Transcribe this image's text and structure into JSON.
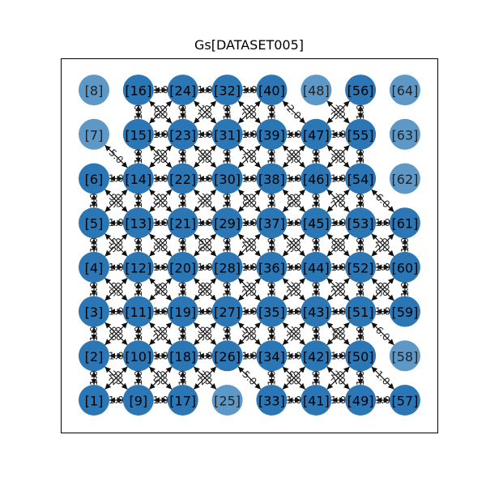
{
  "figure": {
    "title": "Gs[DATASET005]"
  },
  "colors": {
    "node_active": "#2b76b4",
    "node_inactive": "#5d98c7",
    "edge": "#111111",
    "frame": "#000000"
  },
  "grid": {
    "columns": 8,
    "rows": 8
  },
  "nodes": [
    {
      "id": 1,
      "label": "[1]",
      "active": true
    },
    {
      "id": 2,
      "label": "[2]",
      "active": true
    },
    {
      "id": 3,
      "label": "[3]",
      "active": true
    },
    {
      "id": 4,
      "label": "[4]",
      "active": true
    },
    {
      "id": 5,
      "label": "[5]",
      "active": true
    },
    {
      "id": 6,
      "label": "[6]",
      "active": true
    },
    {
      "id": 7,
      "label": "[7]",
      "active": false
    },
    {
      "id": 8,
      "label": "[8]",
      "active": false
    },
    {
      "id": 9,
      "label": "[9]",
      "active": true
    },
    {
      "id": 10,
      "label": "[10]",
      "active": true
    },
    {
      "id": 11,
      "label": "[11]",
      "active": true
    },
    {
      "id": 12,
      "label": "[12]",
      "active": true
    },
    {
      "id": 13,
      "label": "[13]",
      "active": true
    },
    {
      "id": 14,
      "label": "[14]",
      "active": true
    },
    {
      "id": 15,
      "label": "[15]",
      "active": true
    },
    {
      "id": 16,
      "label": "[16]",
      "active": true
    },
    {
      "id": 17,
      "label": "[17]",
      "active": true
    },
    {
      "id": 18,
      "label": "[18]",
      "active": true
    },
    {
      "id": 19,
      "label": "[19]",
      "active": true
    },
    {
      "id": 20,
      "label": "[20]",
      "active": true
    },
    {
      "id": 21,
      "label": "[21]",
      "active": true
    },
    {
      "id": 22,
      "label": "[22]",
      "active": true
    },
    {
      "id": 23,
      "label": "[23]",
      "active": true
    },
    {
      "id": 24,
      "label": "[24]",
      "active": true
    },
    {
      "id": 25,
      "label": "[25]",
      "active": false
    },
    {
      "id": 26,
      "label": "[26]",
      "active": true
    },
    {
      "id": 27,
      "label": "[27]",
      "active": true
    },
    {
      "id": 28,
      "label": "[28]",
      "active": true
    },
    {
      "id": 29,
      "label": "[29]",
      "active": true
    },
    {
      "id": 30,
      "label": "[30]",
      "active": true
    },
    {
      "id": 31,
      "label": "[31]",
      "active": true
    },
    {
      "id": 32,
      "label": "[32]",
      "active": true
    },
    {
      "id": 33,
      "label": "[33]",
      "active": true
    },
    {
      "id": 34,
      "label": "[34]",
      "active": true
    },
    {
      "id": 35,
      "label": "[35]",
      "active": true
    },
    {
      "id": 36,
      "label": "[36]",
      "active": true
    },
    {
      "id": 37,
      "label": "[37]",
      "active": true
    },
    {
      "id": 38,
      "label": "[38]",
      "active": true
    },
    {
      "id": 39,
      "label": "[39]",
      "active": true
    },
    {
      "id": 40,
      "label": "[40]",
      "active": true
    },
    {
      "id": 41,
      "label": "[41]",
      "active": true
    },
    {
      "id": 42,
      "label": "[42]",
      "active": true
    },
    {
      "id": 43,
      "label": "[43]",
      "active": true
    },
    {
      "id": 44,
      "label": "[44]",
      "active": true
    },
    {
      "id": 45,
      "label": "[45]",
      "active": true
    },
    {
      "id": 46,
      "label": "[46]",
      "active": true
    },
    {
      "id": 47,
      "label": "[47]",
      "active": true
    },
    {
      "id": 48,
      "label": "[48]",
      "active": false
    },
    {
      "id": 49,
      "label": "[49]",
      "active": true
    },
    {
      "id": 50,
      "label": "[50]",
      "active": true
    },
    {
      "id": 51,
      "label": "[51]",
      "active": true
    },
    {
      "id": 52,
      "label": "[52]",
      "active": true
    },
    {
      "id": 53,
      "label": "[53]",
      "active": true
    },
    {
      "id": 54,
      "label": "[54]",
      "active": true
    },
    {
      "id": 55,
      "label": "[55]",
      "active": true
    },
    {
      "id": 56,
      "label": "[56]",
      "active": true
    },
    {
      "id": 57,
      "label": "[57]",
      "active": true
    },
    {
      "id": 58,
      "label": "[58]",
      "active": false
    },
    {
      "id": 59,
      "label": "[59]",
      "active": true
    },
    {
      "id": 60,
      "label": "[60]",
      "active": true
    },
    {
      "id": 61,
      "label": "[61]",
      "active": true
    },
    {
      "id": 62,
      "label": "[62]",
      "active": false
    },
    {
      "id": 63,
      "label": "[63]",
      "active": false
    },
    {
      "id": 64,
      "label": "[64]",
      "active": false
    }
  ],
  "edges": [
    {
      "from": 1,
      "to": 2,
      "weight": "1.0"
    },
    {
      "from": 2,
      "to": 3,
      "weight": "1.0"
    },
    {
      "from": 3,
      "to": 4,
      "weight": "1.0"
    },
    {
      "from": 4,
      "to": 5,
      "weight": "1.0"
    },
    {
      "from": 5,
      "to": 6,
      "weight": "1.0"
    },
    {
      "from": 9,
      "to": 10,
      "weight": "1.0"
    },
    {
      "from": 10,
      "to": 11,
      "weight": "1.0"
    },
    {
      "from": 11,
      "to": 12,
      "weight": "1.0"
    },
    {
      "from": 12,
      "to": 13,
      "weight": "1.0"
    },
    {
      "from": 13,
      "to": 14,
      "weight": "1.0"
    },
    {
      "from": 14,
      "to": 15,
      "weight": "1.0"
    },
    {
      "from": 15,
      "to": 16,
      "weight": "1.0"
    },
    {
      "from": 17,
      "to": 18,
      "weight": "1.0"
    },
    {
      "from": 18,
      "to": 19,
      "weight": "1.0"
    },
    {
      "from": 19,
      "to": 20,
      "weight": "1.0"
    },
    {
      "from": 20,
      "to": 21,
      "weight": "1.0"
    },
    {
      "from": 21,
      "to": 22,
      "weight": "1.0"
    },
    {
      "from": 22,
      "to": 23,
      "weight": "1.0"
    },
    {
      "from": 23,
      "to": 24,
      "weight": "1.0"
    },
    {
      "from": 26,
      "to": 27,
      "weight": "1.0"
    },
    {
      "from": 27,
      "to": 28,
      "weight": "1.0"
    },
    {
      "from": 28,
      "to": 29,
      "weight": "1.0"
    },
    {
      "from": 29,
      "to": 30,
      "weight": "1.0"
    },
    {
      "from": 30,
      "to": 31,
      "weight": "1.0"
    },
    {
      "from": 31,
      "to": 32,
      "weight": "1.0"
    },
    {
      "from": 33,
      "to": 34,
      "weight": "1.0"
    },
    {
      "from": 34,
      "to": 35,
      "weight": "1.0"
    },
    {
      "from": 35,
      "to": 36,
      "weight": "1.0"
    },
    {
      "from": 36,
      "to": 37,
      "weight": "1.0"
    },
    {
      "from": 37,
      "to": 38,
      "weight": "1.0"
    },
    {
      "from": 38,
      "to": 39,
      "weight": "1.0"
    },
    {
      "from": 39,
      "to": 40,
      "weight": "1.0"
    },
    {
      "from": 41,
      "to": 42,
      "weight": "1.0"
    },
    {
      "from": 42,
      "to": 43,
      "weight": "1.0"
    },
    {
      "from": 43,
      "to": 44,
      "weight": "1.0"
    },
    {
      "from": 44,
      "to": 45,
      "weight": "1.0"
    },
    {
      "from": 45,
      "to": 46,
      "weight": "1.0"
    },
    {
      "from": 46,
      "to": 47,
      "weight": "1.0"
    },
    {
      "from": 49,
      "to": 50,
      "weight": "1.0"
    },
    {
      "from": 50,
      "to": 51,
      "weight": "1.0"
    },
    {
      "from": 51,
      "to": 52,
      "weight": "1.0"
    },
    {
      "from": 52,
      "to": 53,
      "weight": "1.0"
    },
    {
      "from": 53,
      "to": 54,
      "weight": "1.0"
    },
    {
      "from": 54,
      "to": 55,
      "weight": "1.0"
    },
    {
      "from": 55,
      "to": 56,
      "weight": "1.0"
    },
    {
      "from": 59,
      "to": 60,
      "weight": "1.0"
    },
    {
      "from": 60,
      "to": 61,
      "weight": "1.0"
    },
    {
      "from": 1,
      "to": 9,
      "weight": "1.0"
    },
    {
      "from": 9,
      "to": 17,
      "weight": "1.0"
    },
    {
      "from": 33,
      "to": 41,
      "weight": "1.0"
    },
    {
      "from": 41,
      "to": 49,
      "weight": "1.0"
    },
    {
      "from": 49,
      "to": 57,
      "weight": "1.0"
    },
    {
      "from": 2,
      "to": 10,
      "weight": "1.0"
    },
    {
      "from": 10,
      "to": 18,
      "weight": "1.0"
    },
    {
      "from": 18,
      "to": 26,
      "weight": "1.0"
    },
    {
      "from": 26,
      "to": 34,
      "weight": "1.0"
    },
    {
      "from": 34,
      "to": 42,
      "weight": "1.0"
    },
    {
      "from": 42,
      "to": 50,
      "weight": "1.0"
    },
    {
      "from": 3,
      "to": 11,
      "weight": "1.0"
    },
    {
      "from": 11,
      "to": 19,
      "weight": "1.0"
    },
    {
      "from": 19,
      "to": 27,
      "weight": "1.0"
    },
    {
      "from": 27,
      "to": 35,
      "weight": "1.0"
    },
    {
      "from": 35,
      "to": 43,
      "weight": "1.0"
    },
    {
      "from": 43,
      "to": 51,
      "weight": "1.0"
    },
    {
      "from": 51,
      "to": 59,
      "weight": "1.0"
    },
    {
      "from": 4,
      "to": 12,
      "weight": "1.0"
    },
    {
      "from": 12,
      "to": 20,
      "weight": "1.0"
    },
    {
      "from": 20,
      "to": 28,
      "weight": "1.0"
    },
    {
      "from": 28,
      "to": 36,
      "weight": "1.0"
    },
    {
      "from": 36,
      "to": 44,
      "weight": "1.0"
    },
    {
      "from": 44,
      "to": 52,
      "weight": "1.0"
    },
    {
      "from": 52,
      "to": 60,
      "weight": "1.0"
    },
    {
      "from": 5,
      "to": 13,
      "weight": "1.0"
    },
    {
      "from": 13,
      "to": 21,
      "weight": "1.0"
    },
    {
      "from": 21,
      "to": 29,
      "weight": "1.0"
    },
    {
      "from": 29,
      "to": 37,
      "weight": "1.0"
    },
    {
      "from": 37,
      "to": 45,
      "weight": "1.0"
    },
    {
      "from": 45,
      "to": 53,
      "weight": "1.0"
    },
    {
      "from": 53,
      "to": 61,
      "weight": "1.0"
    },
    {
      "from": 6,
      "to": 14,
      "weight": "1.0"
    },
    {
      "from": 14,
      "to": 22,
      "weight": "1.0"
    },
    {
      "from": 22,
      "to": 30,
      "weight": "1.0"
    },
    {
      "from": 30,
      "to": 38,
      "weight": "1.0"
    },
    {
      "from": 38,
      "to": 46,
      "weight": "1.0"
    },
    {
      "from": 46,
      "to": 54,
      "weight": "1.0"
    },
    {
      "from": 15,
      "to": 23,
      "weight": "1.0"
    },
    {
      "from": 23,
      "to": 31,
      "weight": "1.0"
    },
    {
      "from": 31,
      "to": 39,
      "weight": "1.0"
    },
    {
      "from": 39,
      "to": 47,
      "weight": "1.0"
    },
    {
      "from": 47,
      "to": 55,
      "weight": "1.0"
    },
    {
      "from": 16,
      "to": 24,
      "weight": "1.0"
    },
    {
      "from": 24,
      "to": 32,
      "weight": "1.0"
    },
    {
      "from": 32,
      "to": 40,
      "weight": "1.0"
    },
    {
      "from": 2,
      "to": 9,
      "weight": "2.0"
    },
    {
      "from": 10,
      "to": 17,
      "weight": "5.0"
    },
    {
      "from": 18,
      "to": 25,
      "weight": "3.0"
    },
    {
      "from": 26,
      "to": 33,
      "weight": "5.0"
    },
    {
      "from": 34,
      "to": 41,
      "weight": "5.0"
    },
    {
      "from": 42,
      "to": 49,
      "weight": "2.0"
    },
    {
      "from": 50,
      "to": 57,
      "weight": "1.0"
    },
    {
      "from": 3,
      "to": 10,
      "weight": "8.0"
    },
    {
      "from": 11,
      "to": 18,
      "weight": "2.0"
    },
    {
      "from": 19,
      "to": 26,
      "weight": "9.0"
    },
    {
      "from": 27,
      "to": 34,
      "weight": "5.0"
    },
    {
      "from": 35,
      "to": 42,
      "weight": "3.0"
    },
    {
      "from": 43,
      "to": 50,
      "weight": "4.0"
    },
    {
      "from": 51,
      "to": 58,
      "weight": "6.0"
    },
    {
      "from": 4,
      "to": 11,
      "weight": "9.0"
    },
    {
      "from": 12,
      "to": 19,
      "weight": "4.0"
    },
    {
      "from": 20,
      "to": 27,
      "weight": "8.0"
    },
    {
      "from": 28,
      "to": 35,
      "weight": "2.0"
    },
    {
      "from": 36,
      "to": 43,
      "weight": "2.0"
    },
    {
      "from": 44,
      "to": 51,
      "weight": "2.0"
    },
    {
      "from": 52,
      "to": 59,
      "weight": "9.0"
    },
    {
      "from": 5,
      "to": 12,
      "weight": "5.0"
    },
    {
      "from": 13,
      "to": 20,
      "weight": "9.0"
    },
    {
      "from": 21,
      "to": 28,
      "weight": "6.0"
    },
    {
      "from": 29,
      "to": 36,
      "weight": "2.0"
    },
    {
      "from": 37,
      "to": 44,
      "weight": "3.0"
    },
    {
      "from": 45,
      "to": 52,
      "weight": "8.0"
    },
    {
      "from": 53,
      "to": 60,
      "weight": "2.0"
    },
    {
      "from": 6,
      "to": 13,
      "weight": "9.0"
    },
    {
      "from": 14,
      "to": 21,
      "weight": "5.0"
    },
    {
      "from": 22,
      "to": 29,
      "weight": "3.0"
    },
    {
      "from": 30,
      "to": 37,
      "weight": "6.0"
    },
    {
      "from": 38,
      "to": 45,
      "weight": "6.0"
    },
    {
      "from": 46,
      "to": 53,
      "weight": "7.0"
    },
    {
      "from": 54,
      "to": 61,
      "weight": "6.0"
    },
    {
      "from": 7,
      "to": 14,
      "weight": "5.0"
    },
    {
      "from": 15,
      "to": 22,
      "weight": "5.0"
    },
    {
      "from": 23,
      "to": 30,
      "weight": "9.0"
    },
    {
      "from": 31,
      "to": 38,
      "weight": "7.0"
    },
    {
      "from": 39,
      "to": 46,
      "weight": "9.0"
    },
    {
      "from": 47,
      "to": 54,
      "weight": "9.0"
    },
    {
      "from": 16,
      "to": 23,
      "weight": "6.0"
    },
    {
      "from": 24,
      "to": 31,
      "weight": "1.0"
    },
    {
      "from": 32,
      "to": 39,
      "weight": "2.0"
    },
    {
      "from": 40,
      "to": 47,
      "weight": "2.0"
    },
    {
      "from": 48,
      "to": 55,
      "weight": "3.0"
    },
    {
      "from": 9,
      "to": 18,
      "weight": "5.0"
    },
    {
      "from": 17,
      "to": 26,
      "weight": "2.0"
    },
    {
      "from": 33,
      "to": 42,
      "weight": "8.0"
    },
    {
      "from": 41,
      "to": 50,
      "weight": "7.0"
    },
    {
      "from": 10,
      "to": 19,
      "weight": "2.0"
    },
    {
      "from": 18,
      "to": 27,
      "weight": "9.0"
    },
    {
      "from": 26,
      "to": 35,
      "weight": "5.0"
    },
    {
      "from": 34,
      "to": 43,
      "weight": "3.0"
    },
    {
      "from": 42,
      "to": 51,
      "weight": "4.0"
    },
    {
      "from": 11,
      "to": 20,
      "weight": "4.0"
    },
    {
      "from": 19,
      "to": 28,
      "weight": "8.0"
    },
    {
      "from": 27,
      "to": 36,
      "weight": "2.0"
    },
    {
      "from": 35,
      "to": 44,
      "weight": "2.0"
    },
    {
      "from": 43,
      "to": 52,
      "weight": "2.0"
    },
    {
      "from": 51,
      "to": 60,
      "weight": "9.0"
    },
    {
      "from": 12,
      "to": 21,
      "weight": "9.0"
    },
    {
      "from": 20,
      "to": 29,
      "weight": "6.0"
    },
    {
      "from": 28,
      "to": 37,
      "weight": "2.0"
    },
    {
      "from": 36,
      "to": 45,
      "weight": "3.0"
    },
    {
      "from": 44,
      "to": 53,
      "weight": "8.0"
    },
    {
      "from": 52,
      "to": 61,
      "weight": "2.0"
    },
    {
      "from": 13,
      "to": 22,
      "weight": "5.0"
    },
    {
      "from": 21,
      "to": 30,
      "weight": "3.0"
    },
    {
      "from": 29,
      "to": 38,
      "weight": "6.0"
    },
    {
      "from": 37,
      "to": 46,
      "weight": "6.0"
    },
    {
      "from": 45,
      "to": 54,
      "weight": "7.0"
    },
    {
      "from": 14,
      "to": 23,
      "weight": "5.0"
    },
    {
      "from": 22,
      "to": 31,
      "weight": "9.0"
    },
    {
      "from": 30,
      "to": 39,
      "weight": "7.0"
    },
    {
      "from": 38,
      "to": 47,
      "weight": "9.0"
    },
    {
      "from": 46,
      "to": 55,
      "weight": "9.0"
    },
    {
      "from": 15,
      "to": 24,
      "weight": "6.0"
    },
    {
      "from": 23,
      "to": 32,
      "weight": "1.0"
    },
    {
      "from": 31,
      "to": 40,
      "weight": "2.0"
    },
    {
      "from": 47,
      "to": 56,
      "weight": "3.0"
    },
    {
      "from": 1,
      "to": 10,
      "weight": "2.0"
    },
    {
      "from": 2,
      "to": 11,
      "weight": "8.0"
    },
    {
      "from": 3,
      "to": 12,
      "weight": "9.0"
    },
    {
      "from": 4,
      "to": 13,
      "weight": "5.0"
    },
    {
      "from": 5,
      "to": 14,
      "weight": "9.0"
    }
  ]
}
